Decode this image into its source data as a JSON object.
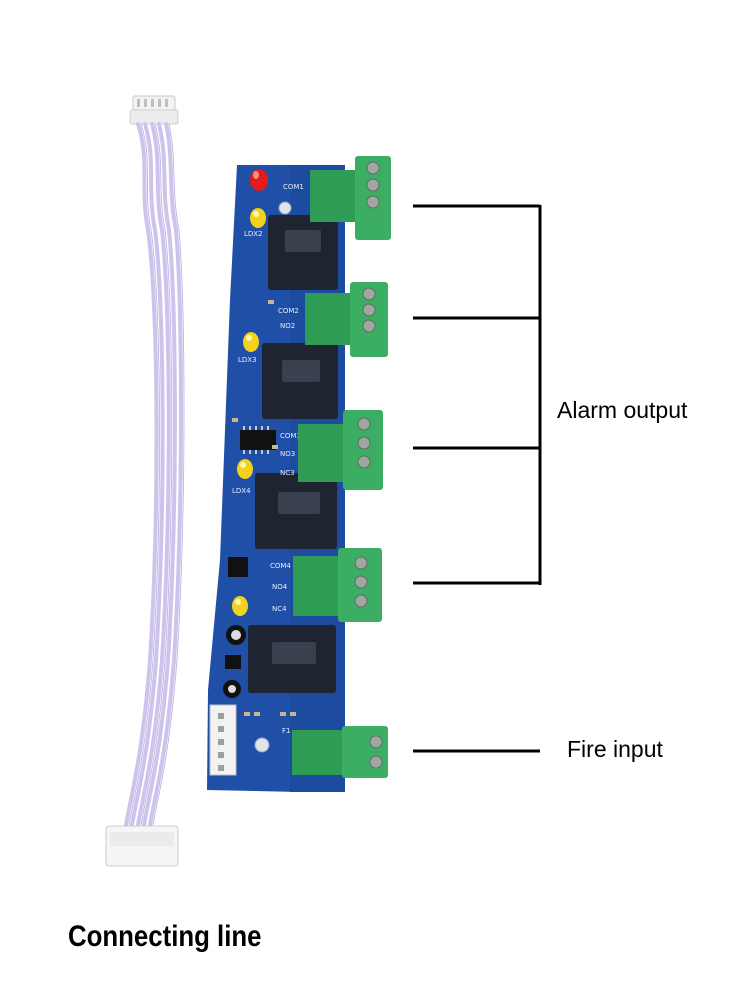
{
  "labels": {
    "alarm_output": "Alarm output",
    "fire_input": "Fire input",
    "connecting_line": "Connecting line"
  },
  "silkscreen": {
    "com1": "COM1",
    "com2": "COM2",
    "no2": "NO2",
    "com3": "COM3",
    "no3": "NO3",
    "nc3": "NC3",
    "com4": "COM4",
    "no4": "NO4",
    "nc4": "NC4",
    "ldx2": "LDX2",
    "ldx3": "LDX3",
    "ldx4": "LDX4",
    "f1": "F1"
  },
  "colors": {
    "pcb": "#1f4fa6",
    "terminal": "#3cae63",
    "cable": "#cdc3ec",
    "relay": "#1e2430",
    "led_red": "#e41b17",
    "led_yellow": "#f2d21b",
    "bracket": "#000000"
  }
}
